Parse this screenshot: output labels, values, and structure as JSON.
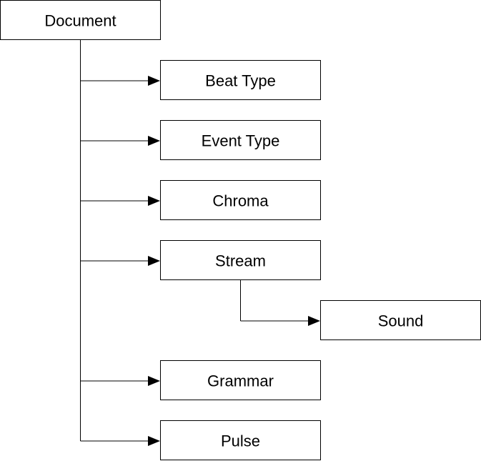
{
  "diagram": {
    "root": {
      "label": "Document"
    },
    "children": [
      {
        "label": "Beat Type"
      },
      {
        "label": "Event Type"
      },
      {
        "label": "Chroma"
      },
      {
        "label": "Stream",
        "children": [
          {
            "label": "Sound"
          }
        ]
      },
      {
        "label": "Grammar"
      },
      {
        "label": "Pulse"
      }
    ]
  }
}
